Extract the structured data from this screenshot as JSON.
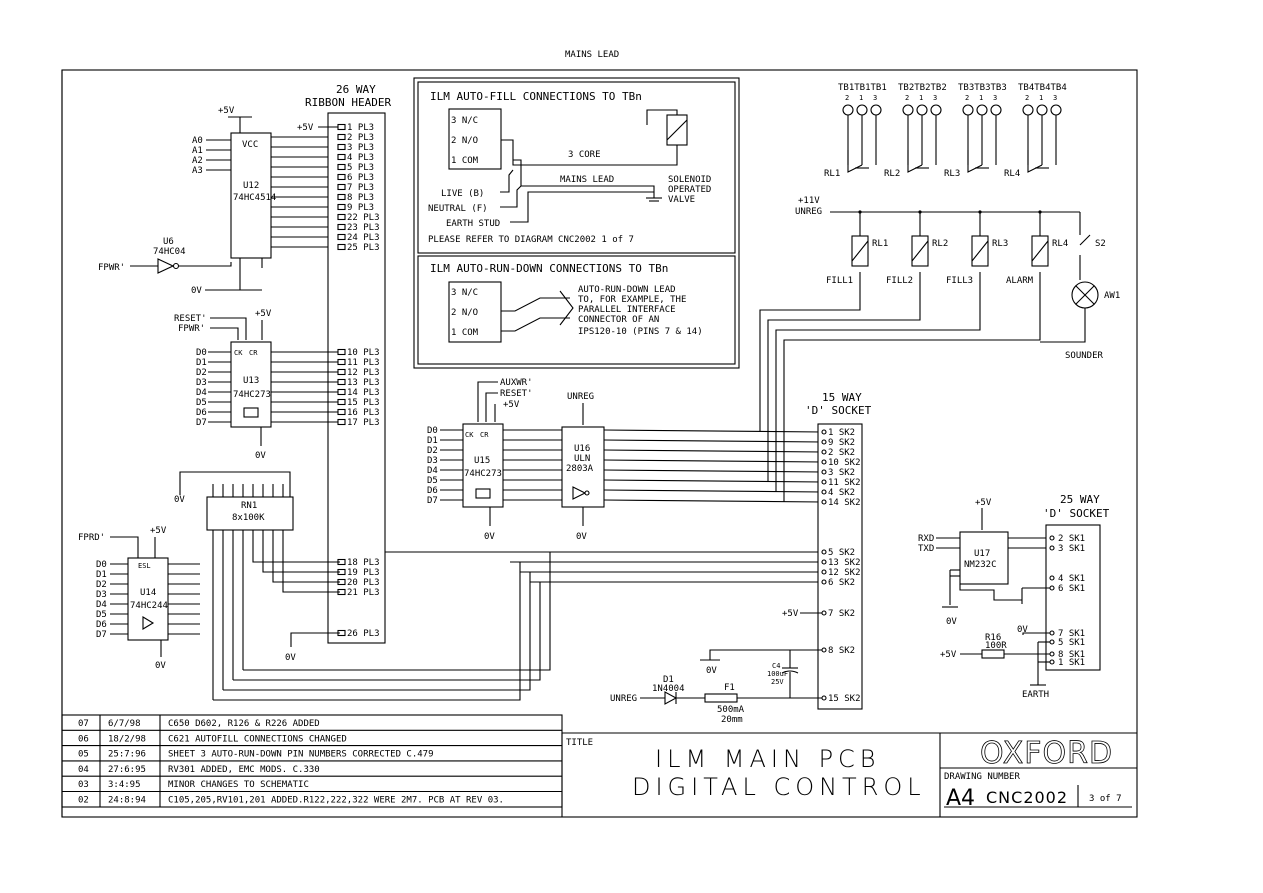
{
  "header": {
    "top_label": "MAINS LEAD"
  },
  "ribbon": {
    "title1": "26 WAY",
    "title2": "RIBBON HEADER",
    "plus5v": "+5V",
    "pins": [
      {
        "n": "1",
        "label": "1 PL3"
      },
      {
        "n": "2",
        "label": "2 PL3"
      },
      {
        "n": "3",
        "label": "3 PL3"
      },
      {
        "n": "4",
        "label": "4 PL3"
      },
      {
        "n": "5",
        "label": "5 PL3"
      },
      {
        "n": "6",
        "label": "6 PL3"
      },
      {
        "n": "7",
        "label": "7 PL3"
      },
      {
        "n": "8",
        "label": "8 PL3"
      },
      {
        "n": "9",
        "label": "9 PL3"
      },
      {
        "n": "22",
        "label": "22 PL3"
      },
      {
        "n": "23",
        "label": "23 PL3"
      },
      {
        "n": "24",
        "label": "24 PL3"
      },
      {
        "n": "25",
        "label": "25 PL3"
      },
      {
        "n": "10",
        "label": "10 PL3"
      },
      {
        "n": "11",
        "label": "11 PL3"
      },
      {
        "n": "12",
        "label": "12 PL3"
      },
      {
        "n": "13",
        "label": "13 PL3"
      },
      {
        "n": "14",
        "label": "14 PL3"
      },
      {
        "n": "15",
        "label": "15 PL3"
      },
      {
        "n": "16",
        "label": "16 PL3"
      },
      {
        "n": "17",
        "label": "17 PL3"
      },
      {
        "n": "18",
        "label": "18 PL3"
      },
      {
        "n": "19",
        "label": "19 PL3"
      },
      {
        "n": "20",
        "label": "20 PL3"
      },
      {
        "n": "21",
        "label": "21 PL3"
      },
      {
        "n": "26",
        "label": "26 PL3"
      }
    ],
    "zero_v": "0V"
  },
  "u12": {
    "name": "U12",
    "part": "74HC4514",
    "vcc": "VCC",
    "plus5v": "+5V",
    "inputs": [
      "A0",
      "A1",
      "A2",
      "A3"
    ]
  },
  "u6": {
    "name": "U6",
    "part": "74HC04",
    "in_label": "FPWR'",
    "zero_v": "0V"
  },
  "u13": {
    "name": "U13",
    "part": "74HC273",
    "ck": "CK",
    "cr": "CR",
    "reset": "RESET'",
    "fpwr": "FPWR'",
    "plus5v": "+5V",
    "inputs": [
      "D0",
      "D1",
      "D2",
      "D3",
      "D4",
      "D5",
      "D6",
      "D7"
    ],
    "zero_v": "0V"
  },
  "rn1": {
    "name": "RN1",
    "value": "8x100K",
    "zero_v": "0V"
  },
  "u14": {
    "name": "U14",
    "part": "74HC244",
    "esl": "ESL",
    "fprd": "FPRD'",
    "plus5v": "+5V",
    "inputs": [
      "D0",
      "D1",
      "D2",
      "D3",
      "D4",
      "D5",
      "D6",
      "D7"
    ],
    "zero_v": "0V"
  },
  "u15": {
    "name": "U15",
    "part": "74HC273",
    "ck": "CK",
    "cr": "CR",
    "auxwr": "AUXWR'",
    "reset": "RESET'",
    "plus5v": "+5V",
    "inputs": [
      "D0",
      "D1",
      "D2",
      "D3",
      "D4",
      "D5",
      "D6",
      "D7"
    ],
    "zero_v": "0V"
  },
  "u16": {
    "name": "U16",
    "part1": "ULN",
    "part2": "2803A",
    "unreg": "UNREG",
    "zero_v": "0V"
  },
  "autofill": {
    "title": "ILM AUTO-FILL CONNECTIONS TO TBn",
    "nc": "3 N/C",
    "no": "2 N/O",
    "com": "1 COM",
    "core": "3 CORE",
    "mains": "MAINS LEAD",
    "solenoid": [
      "SOLENOID",
      "OPERATED",
      "VALVE"
    ],
    "live": "LIVE (B)",
    "neutral": "NEUTRAL (F)",
    "earth": "EARTH STUD",
    "refer": "PLEASE REFER TO DIAGRAM CNC2002 1 of 7"
  },
  "autorun": {
    "title": "ILM AUTO-RUN-DOWN CONNECTIONS TO TBn",
    "nc": "3 N/C",
    "no": "2 N/O",
    "com": "1 COM",
    "note": [
      "AUTO-RUN-DOWN LEAD",
      "TO, FOR EXAMPLE, THE",
      "PARALLEL INTERFACE",
      "CONNECTOR OF AN",
      "IPS120-10 (PINS 7 & 14)"
    ]
  },
  "terminals": [
    {
      "label": "TB1TB1TB1",
      "pins": [
        "2",
        "1",
        "3"
      ],
      "relay": "RL1"
    },
    {
      "label": "TB2TB2TB2",
      "pins": [
        "2",
        "1",
        "3"
      ],
      "relay": "RL2"
    },
    {
      "label": "TB3TB3TB3",
      "pins": [
        "2",
        "1",
        "3"
      ],
      "relay": "RL3"
    },
    {
      "label": "TB4TB4TB4",
      "pins": [
        "2",
        "1",
        "3"
      ],
      "relay": "RL4"
    }
  ],
  "relays": {
    "supply1": "+11V",
    "supply2": "UNREG",
    "coils": [
      {
        "name": "RL1",
        "func": "FILL1"
      },
      {
        "name": "RL2",
        "func": "FILL2"
      },
      {
        "name": "RL3",
        "func": "FILL3"
      },
      {
        "name": "RL4",
        "func": "ALARM"
      }
    ],
    "switch": "S2",
    "sounder_ref": "AW1",
    "sounder": "SOUNDER"
  },
  "sk2": {
    "title1": "15 WAY",
    "title2": "'D' SOCKET",
    "pins": [
      "1 SK2",
      "9 SK2",
      "2 SK2",
      "10 SK2",
      "3 SK2",
      "11 SK2",
      "4 SK2",
      "14 SK2",
      "5 SK2",
      "13 SK2",
      "12 SK2",
      "6 SK2",
      "7 SK2",
      "8 SK2",
      "15 SK2"
    ],
    "plus5v": "+5V"
  },
  "sk1": {
    "title1": "25 WAY",
    "title2": "'D' SOCKET",
    "pins": [
      "2 SK1",
      "3 SK1",
      "4 SK1",
      "6 SK1",
      "7 SK1",
      "5 SK1",
      "8 SK1",
      "1 SK1"
    ],
    "earth": "EARTH",
    "zero_v": "0V"
  },
  "u17": {
    "name": "U17",
    "part": "NM232C",
    "rxd": "RXD",
    "txd": "TXD",
    "plus5v": "+5V",
    "zero_v": "0V"
  },
  "r16": {
    "name": "R16",
    "value": "100R",
    "plus5v": "+5V"
  },
  "power": {
    "d1": "D1",
    "d1_part": "1N4004",
    "f1": "F1",
    "f1_val1": "500mA",
    "f1_val2": "20mm",
    "c4": "C4",
    "c4_val1": "100uF",
    "c4_val2": "25V",
    "unreg": "UNREG",
    "zero_v": "0V"
  },
  "revisions": [
    {
      "rev": "07",
      "date": "6/7/98",
      "text": "C650  D602, R126 & R226 ADDED"
    },
    {
      "rev": "06",
      "date": "18/2/98",
      "text": "C621  AUTOFILL CONNECTIONS CHANGED"
    },
    {
      "rev": "05",
      "date": "25:7:96",
      "text": "SHEET 3 AUTO-RUN-DOWN PIN NUMBERS CORRECTED   C.479"
    },
    {
      "rev": "04",
      "date": "27:6:95",
      "text": "RV301 ADDED, EMC MODS. C.330"
    },
    {
      "rev": "03",
      "date": "3:4:95",
      "text": "MINOR CHANGES TO SCHEMATIC"
    },
    {
      "rev": "02",
      "date": "24:8:94",
      "text": "C105,205,RV101,201 ADDED.R122,222,322 WERE 2M7. PCB AT REV 03."
    }
  ],
  "title_block": {
    "title_label": "TITLE",
    "title1": "ILM MAIN PCB",
    "title2": "DIGITAL CONTROL",
    "company": "OXFORD",
    "drawing_number_label": "DRAWING NUMBER",
    "size": "A4",
    "number": "CNC2002",
    "sheet": "3 of 7"
  }
}
